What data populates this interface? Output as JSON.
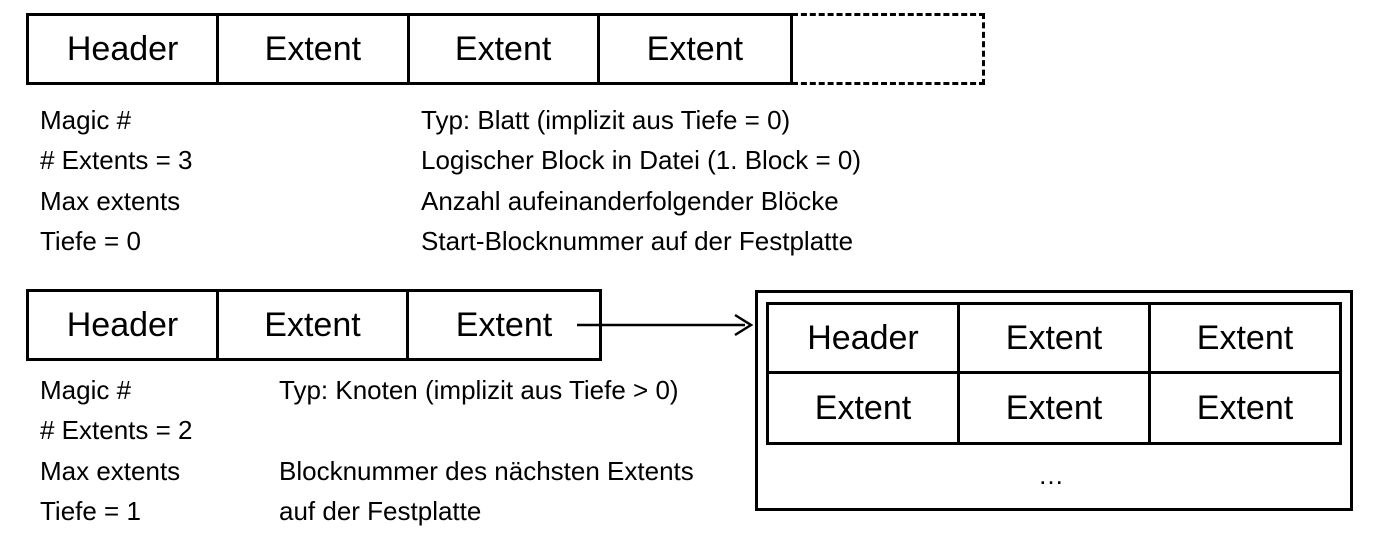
{
  "top_record": {
    "cells": [
      "Header",
      "Extent",
      "Extent",
      "Extent"
    ],
    "header_fields": [
      "Magic #",
      "# Extents = 3",
      "Max extents",
      "Tiefe = 0"
    ],
    "extent_fields": [
      "Typ: Blatt (implizit aus Tiefe = 0)",
      "Logischer Block in Datei (1. Block = 0)",
      "Anzahl aufeinanderfolgender Blöcke",
      "Start-Blocknummer auf der Festplatte"
    ]
  },
  "bottom_record": {
    "cells": [
      "Header",
      "Extent",
      "Extent"
    ],
    "header_fields": [
      "Magic #",
      "# Extents = 2",
      "Max extents",
      "Tiefe = 1"
    ],
    "extent_fields": [
      "Typ: Knoten (implizit aus Tiefe > 0)",
      "Blocknummer des nächsten Extents",
      "auf der Festplatte"
    ]
  },
  "child_block": {
    "cells": [
      "Header",
      "Extent",
      "Extent",
      "Extent",
      "Extent",
      "Extent"
    ],
    "ellipsis": "…"
  }
}
